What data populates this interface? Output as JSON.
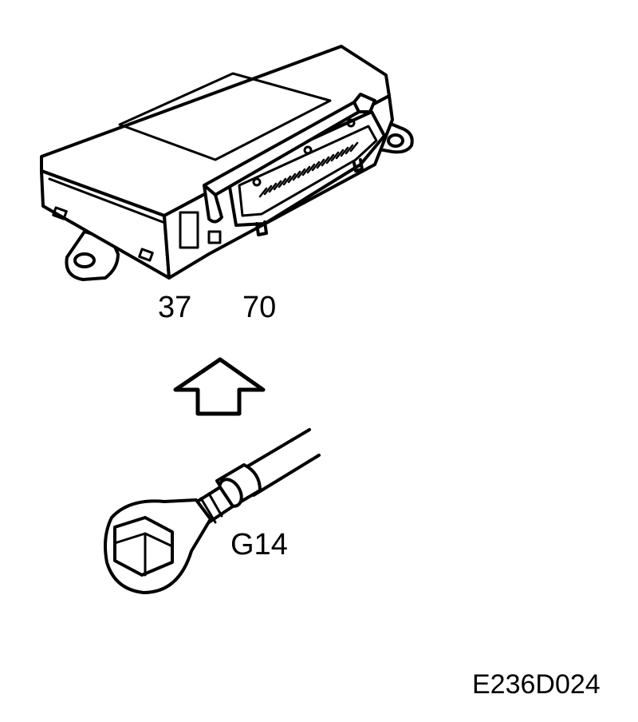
{
  "diagram": {
    "labels": {
      "connector_pin_a": "37",
      "connector_pin_b": "70",
      "ground_point": "G14",
      "figure_code": "E236D024"
    },
    "colors": {
      "ink": "#000000",
      "paper": "#ffffff"
    }
  }
}
